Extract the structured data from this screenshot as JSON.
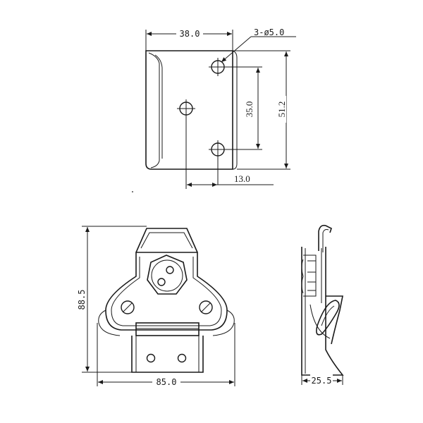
{
  "dimensions": {
    "width_top": "38.0",
    "holes": "3-ø5.0",
    "hole_spacing": "35.0",
    "height_top": "51.2",
    "offset": "13.0",
    "height_front": "88.5",
    "width_front": "85.0",
    "depth_side": "25.5"
  }
}
